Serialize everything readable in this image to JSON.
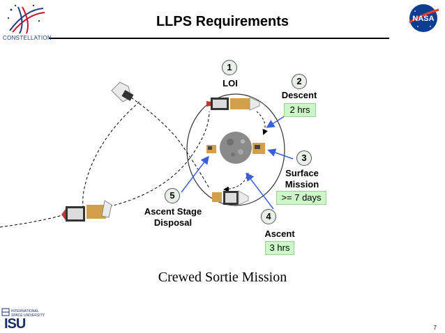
{
  "header": {
    "title": "LLPS Requirements",
    "constellation_logo_text": "CONSTELLATION"
  },
  "diagram": {
    "steps": [
      {
        "number": "1",
        "label": "LOI",
        "duration": ""
      },
      {
        "number": "2",
        "label": "Descent",
        "duration": "2 hrs"
      },
      {
        "number": "3",
        "label_line1": "Surface",
        "label_line2": "Mission",
        "duration": ">= 7 days"
      },
      {
        "number": "4",
        "label": "Ascent",
        "duration": "3 hrs"
      },
      {
        "number": "5",
        "label_line1": "Ascent Stage",
        "label_line2": "Disposal",
        "duration": ""
      }
    ]
  },
  "caption": "Crewed Sortie Mission",
  "footer": {
    "isu_text_line1": "INTERNATIONAL",
    "isu_text_line2": "SPACE UNIVERSITY",
    "isu_letters": "ISU",
    "page_number": "7",
    "nasa_logo_text": "NASA"
  },
  "colors": {
    "duration_box": "#ccf5c8",
    "arrow_blue": "#3a5fd9",
    "nasa_blue": "#0b3d91",
    "nasa_red": "#fc3d21",
    "isu_blue": "#1a2e6e"
  }
}
